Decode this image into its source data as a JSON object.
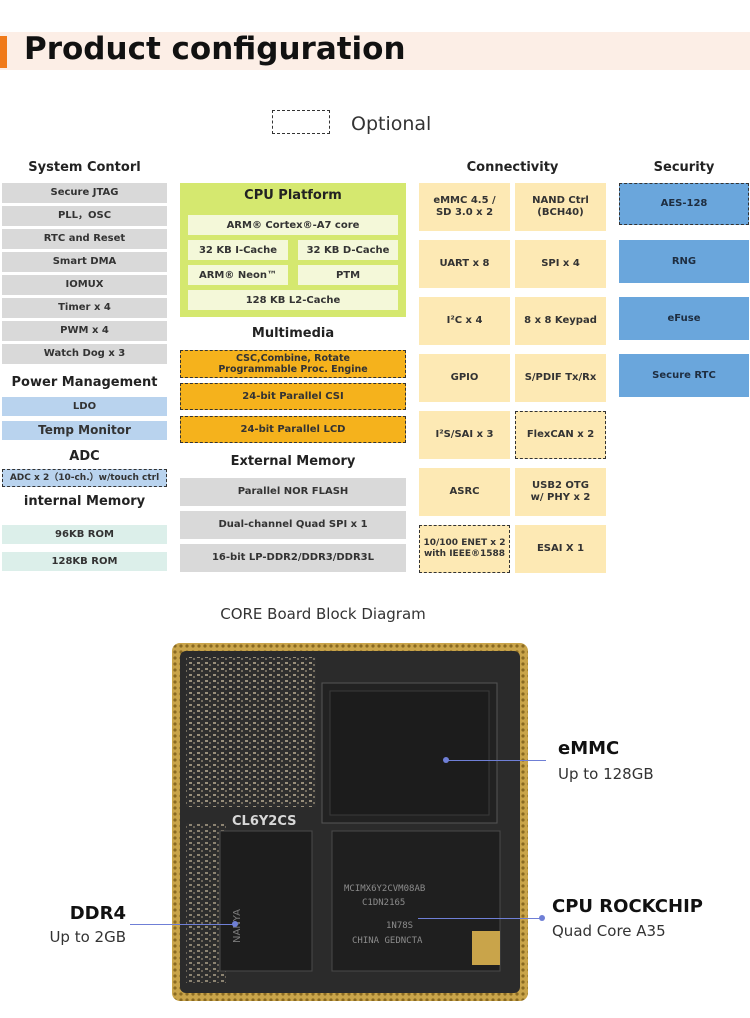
{
  "header": {
    "title": "Product configuration"
  },
  "legend": {
    "optional_label": "Optional"
  },
  "system_control": {
    "title": "System Contorl",
    "items": [
      "Secure JTAG",
      "PLL，OSC",
      "RTC and Reset",
      "Smart DMA",
      "IOMUX",
      "Timer x 4",
      "PWM x 4",
      "Watch Dog x 3"
    ]
  },
  "power_management": {
    "title": "Power Management",
    "items": [
      "LDO",
      "Temp Monitor"
    ]
  },
  "adc": {
    "title": "ADC",
    "item": "ADC x 2（10-ch.）w/touch ctrl"
  },
  "internal_memory": {
    "title": "internal Memory",
    "items": [
      "96KB ROM",
      "128KB ROM"
    ]
  },
  "cpu_platform": {
    "title": "CPU Platform",
    "core": "ARM® Cortex®-A7 core",
    "icache": "32 KB I-Cache",
    "dcache": "32 KB D-Cache",
    "neon": "ARM® Neon™",
    "ptm": "PTM",
    "l2": "128 KB L2-Cache"
  },
  "multimedia": {
    "title": "Multimedia",
    "items": [
      "CSC,Combine, Rotate Programmable Proc. Engine",
      "24-bit Parallel CSI",
      "24-bit Parallel LCD"
    ]
  },
  "external_memory": {
    "title": "External Memory",
    "items": [
      "Parallel NOR FLASH",
      "Dual-channel Quad SPI x 1",
      "16-bit LP-DDR2/DDR3/DDR3L"
    ]
  },
  "connectivity": {
    "title": "Connectivity",
    "left": [
      "eMMC 4.5 / SD 3.0 x 2",
      "UART x 8",
      "I²C x 4",
      "GPIO",
      "I²S/SAI x 3",
      "ASRC",
      "10/100 ENET x 2 with IEEE®1588"
    ],
    "right": [
      "NAND Ctrl (BCH40)",
      "SPI x 4",
      "8 x 8 Keypad",
      "S/PDIF Tx/Rx",
      "FlexCAN x 2",
      "USB2 OTG w/ PHY x 2",
      "ESAI X 1"
    ]
  },
  "security": {
    "title": "Security",
    "items": [
      "AES-128",
      "RNG",
      "eFuse",
      "Secure RTC"
    ]
  },
  "diagram_caption": "CORE Board Block Diagram",
  "board": {
    "chip_label": "CL6Y2CS",
    "cpu_marking_1": "MCIMX6Y2CVM08AB",
    "cpu_marking_2": "C1DN2165",
    "cpu_marking_3": "1N78S",
    "cpu_marking_4": "CHINA  GEDNCTA",
    "ram_marking": "NANYA"
  },
  "callouts": {
    "emmc": {
      "title": "eMMC",
      "sub": "Up to 128GB"
    },
    "ddr": {
      "title": "DDR4",
      "sub": "Up to 2GB"
    },
    "cpu": {
      "title": "CPU ROCKCHIP",
      "sub": "Quad Core A35"
    }
  }
}
